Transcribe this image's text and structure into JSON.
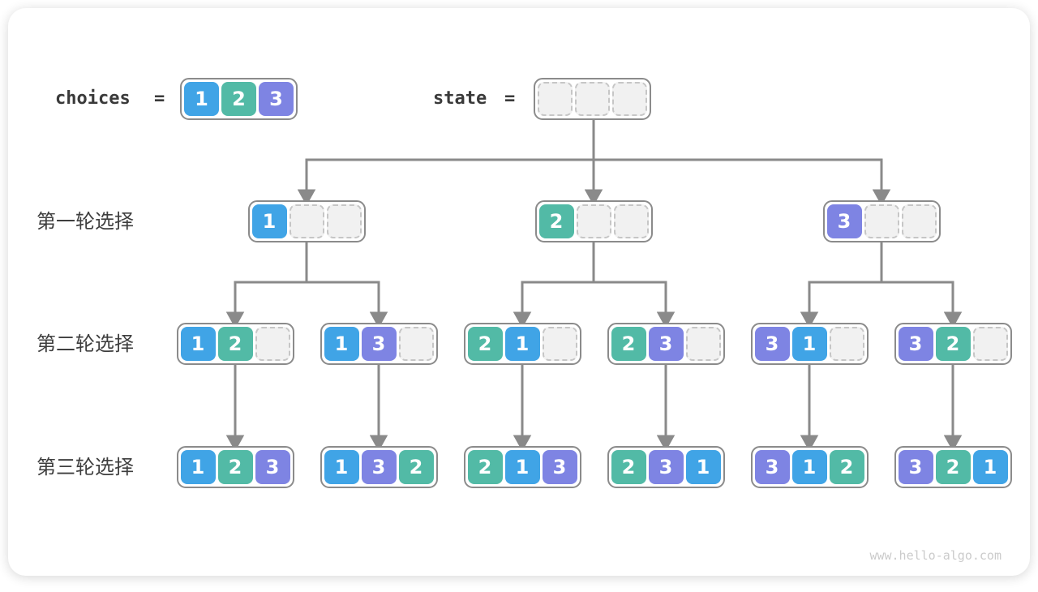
{
  "page": {
    "watermark": "www.hello-algo.com"
  },
  "colors": {
    "1": "#40a4e6",
    "2": "#52baa6",
    "3": "#7e84e3"
  },
  "header": {
    "choices": {
      "label": "choices",
      "equals": "=",
      "cells": [
        "1",
        "2",
        "3"
      ]
    },
    "state": {
      "label": "state",
      "equals": "=",
      "cells": [
        "",
        "",
        ""
      ]
    }
  },
  "rows": [
    {
      "label": "第一轮选择",
      "boxes": [
        [
          "1",
          "",
          ""
        ],
        [
          "2",
          "",
          ""
        ],
        [
          "3",
          "",
          ""
        ]
      ]
    },
    {
      "label": "第二轮选择",
      "boxes": [
        [
          "1",
          "2",
          ""
        ],
        [
          "1",
          "3",
          ""
        ],
        [
          "2",
          "1",
          ""
        ],
        [
          "2",
          "3",
          ""
        ],
        [
          "3",
          "1",
          ""
        ],
        [
          "3",
          "2",
          ""
        ]
      ]
    },
    {
      "label": "第三轮选择",
      "boxes": [
        [
          "1",
          "2",
          "3"
        ],
        [
          "1",
          "3",
          "2"
        ],
        [
          "2",
          "1",
          "3"
        ],
        [
          "2",
          "3",
          "1"
        ],
        [
          "3",
          "1",
          "2"
        ],
        [
          "3",
          "2",
          "1"
        ]
      ]
    }
  ]
}
